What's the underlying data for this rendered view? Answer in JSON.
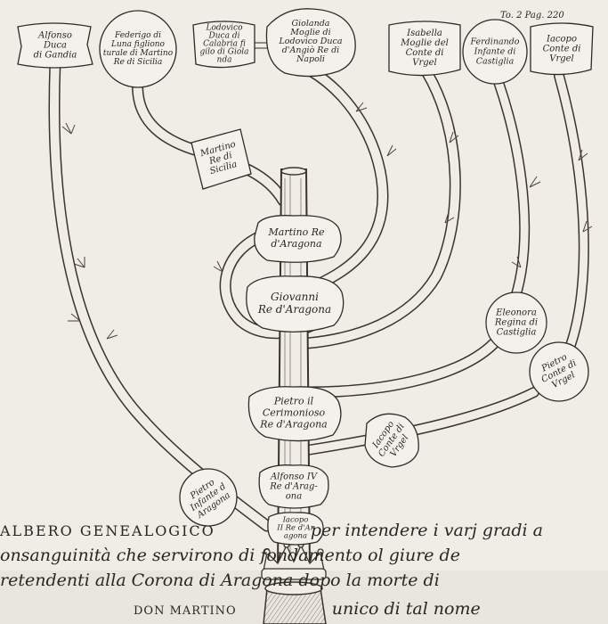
{
  "page_ref": "To. 2 Pag. 220",
  "nodes": [
    {
      "id": "alfonso-duca",
      "text": "Alfonso\nDuca\ndi Gandia",
      "shape": "banner"
    },
    {
      "id": "federigo",
      "text": "Federigo di\nLuna figliono\nturale di Martino\nRe di Sicilia",
      "shape": "circle"
    },
    {
      "id": "lodovico",
      "text": "Lodovico\nDuca di\nCalabria fi\ngilo di Giola\nnda",
      "shape": "banner"
    },
    {
      "id": "giolanda",
      "text": "Giolanda\nMoglie di\nLodovico Duca\nd'Angiò Re di\nNapoli",
      "shape": "circle"
    },
    {
      "id": "isabella",
      "text": "Isabella\nMoglie del\nConte di\nVrgel",
      "shape": "banner"
    },
    {
      "id": "ferdinando",
      "text": "Ferdinando\nInfante di\nCastiglia",
      "shape": "circle"
    },
    {
      "id": "iacopo-conte-top",
      "text": "Iacopo\nConte di\nVrgel",
      "shape": "banner"
    },
    {
      "id": "martino-sicilia",
      "text": "Martino\nRe di\nSicilia",
      "shape": "banner"
    },
    {
      "id": "martino-aragona",
      "text": "Martino Re\nd'Aragona",
      "shape": "cloud"
    },
    {
      "id": "giovanni",
      "text": "Giovanni\nRe d'Aragona",
      "shape": "cloud"
    },
    {
      "id": "eleonora",
      "text": "Eleonora\nRegina di\nCastiglia",
      "shape": "circle"
    },
    {
      "id": "pietro-conte",
      "text": "Pietro\nConte di\nVrgel",
      "shape": "circle"
    },
    {
      "id": "pietro-cerimonioso",
      "text": "Pietro il\nCerimonioso\nRe d'Aragona",
      "shape": "cloud"
    },
    {
      "id": "iacopo-conte-mid",
      "text": "Iacopo\nConte di\nVrgel",
      "shape": "cloud"
    },
    {
      "id": "alfonso-iv",
      "text": "Alfonso IV\nRe d'Arag-\nona",
      "shape": "cloud"
    },
    {
      "id": "pietro-infante",
      "text": "Pietro\nInfante d\nAragona",
      "shape": "circle"
    },
    {
      "id": "iacopo-ii",
      "text": "Iacopo\nII Re d'Ar\nagona",
      "shape": "cloud"
    }
  ],
  "caption": {
    "line1_cap": "ALBERO GENEALOGICO",
    "line1_rest": "per intendere i varj gradi a",
    "line2": "onsanguinità che servirono di fondamento ol giure de",
    "line3": "retendenti alla Corona di   Aragona dopo la morte di",
    "line4_cap": "DON MARTINO",
    "line4_rest": "unico di tal nome"
  }
}
